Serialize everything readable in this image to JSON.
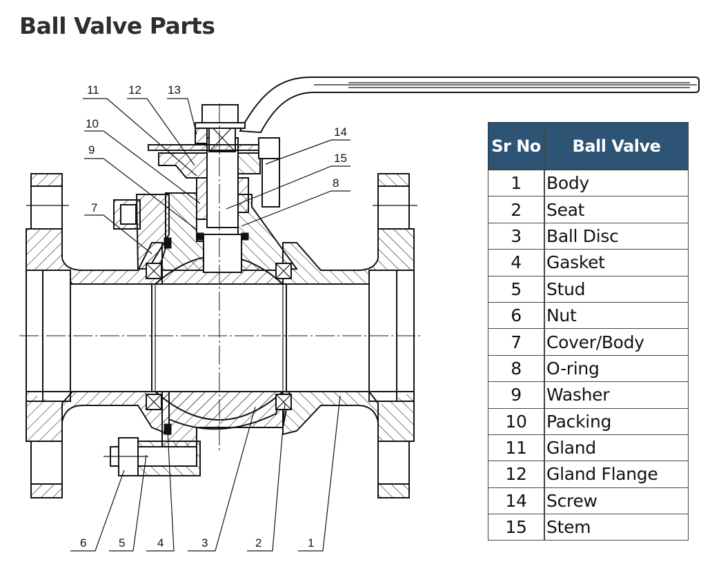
{
  "page": {
    "title": "Ball Valve Parts"
  },
  "diagram": {
    "subject": "ball-valve-cross-section",
    "callouts": [
      "1",
      "2",
      "3",
      "4",
      "5",
      "6",
      "7",
      "8",
      "9",
      "10",
      "11",
      "12",
      "13",
      "14",
      "15"
    ]
  },
  "table": {
    "headers": [
      "Sr No",
      "Ball Valve"
    ],
    "header_color": "#2d5474",
    "rows": [
      {
        "no": "1",
        "part": "Body"
      },
      {
        "no": "2",
        "part": "Seat"
      },
      {
        "no": "3",
        "part": "Ball Disc"
      },
      {
        "no": "4",
        "part": "Gasket"
      },
      {
        "no": "5",
        "part": "Stud"
      },
      {
        "no": "6",
        "part": "Nut"
      },
      {
        "no": "7",
        "part": "Cover/Body"
      },
      {
        "no": "8",
        "part": "O-ring"
      },
      {
        "no": "9",
        "part": "Washer"
      },
      {
        "no": "10",
        "part": "Packing"
      },
      {
        "no": "11",
        "part": "Gland"
      },
      {
        "no": "12",
        "part": "Gland Flange"
      },
      {
        "no": "14",
        "part": "Screw"
      },
      {
        "no": "15",
        "part": "Stem"
      }
    ]
  }
}
